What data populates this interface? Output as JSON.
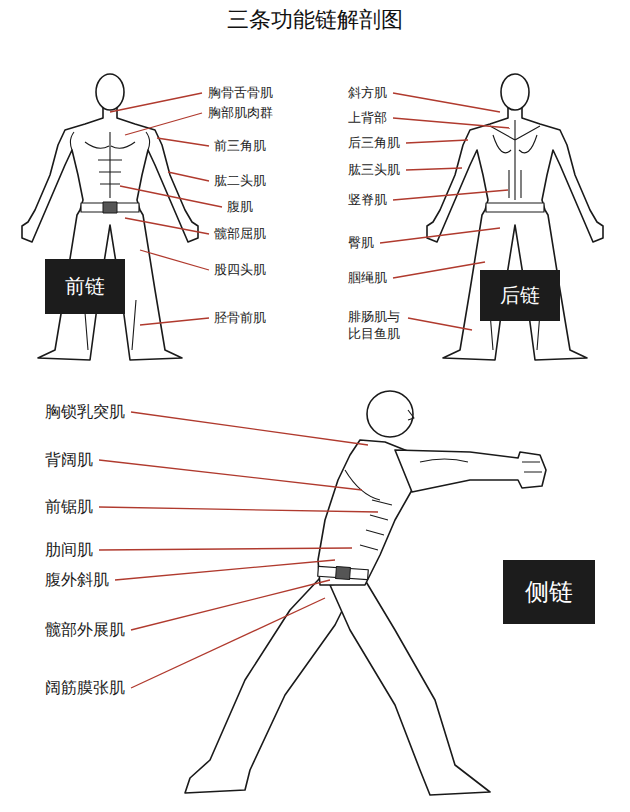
{
  "diagram": {
    "title": "三条功能链解剖图",
    "nodes": [
      {
        "text": [
          "前链"
        ]
      },
      {
        "text": [
          "后链"
        ]
      },
      {
        "text": [
          "侧链"
        ]
      }
    ],
    "labels": [
      "胸骨舌骨肌",
      "胸部肌肉群",
      "前三角肌",
      "肱二头肌",
      "腹肌",
      "髋部屈肌",
      "股四头肌",
      "胫骨前肌",
      "斜方肌",
      "上背部",
      "后三角肌",
      "肱三头肌",
      "竖脊肌",
      "臀肌",
      "腘绳肌",
      "腓肠肌与 比目鱼肌",
      "胸锁乳突肌",
      "背阔肌",
      "前锯肌",
      "肋间肌",
      "腹外斜肌",
      "髋部外展肌",
      "阔筋膜张肌"
    ]
  }
}
